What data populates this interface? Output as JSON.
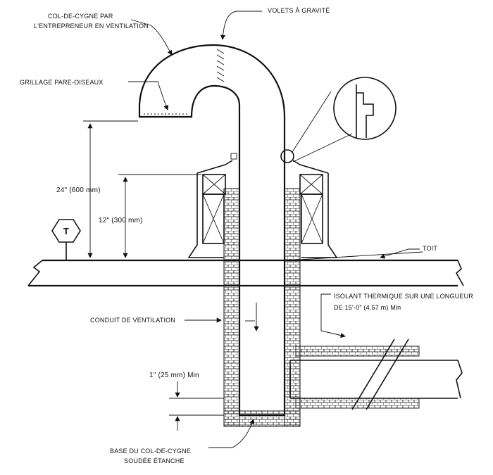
{
  "labels": {
    "gooseneck": [
      "COL-DE-CYGNE PAR",
      "L'ENTREPRENEUR EN VENTILATION"
    ],
    "gravity_louvers": "VOLETS À GRAVITÉ",
    "bird_screen": "GRILLAGE PARE-OISEAUX",
    "roof": "TOIT",
    "insulation": [
      "ISOLANT THERMIQUE SUR UNE LONGUEUR",
      "DE 15'-0\" (4.57 m) Min"
    ],
    "vent_duct": "CONDUIT DE VENTILATION",
    "gooseneck_base": [
      "BASE DU COL-DE-CYGNE",
      "SOUDÉE ÉTANCHE"
    ]
  },
  "dimensions": {
    "height_24": "24\" (600 mm)",
    "height_12": "12\" (300 mm)",
    "clearance_1": "1\" (25 mm) Min"
  },
  "symbols": {
    "thermostat": "T"
  },
  "colors": {
    "line": "#111111",
    "background": "#ffffff"
  }
}
